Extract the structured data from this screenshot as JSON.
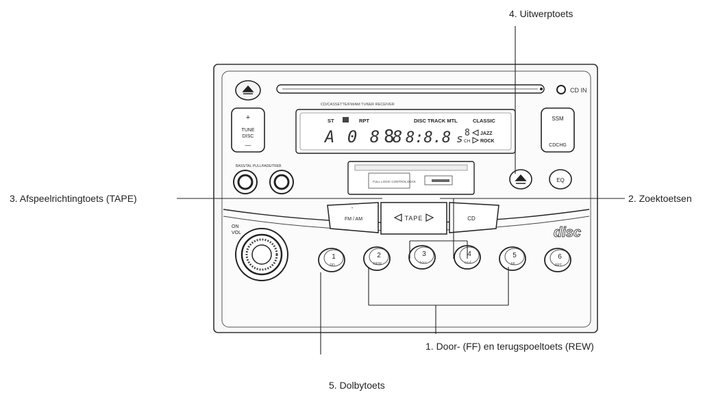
{
  "callouts": {
    "eject": "4. Uitwerptoets",
    "playdir": "3. Afspeelrichtingtoets  (TAPE)",
    "search": "2. Zoektoetsen",
    "ffrew": "1. Door- (FF) en terugspoeltoets  (REW)",
    "dolby": "5. Dolbytoets"
  },
  "radio": {
    "model_label": "CD/CASSETTE/FM/AM TUNER RECEIVER",
    "cd_in": "CD   IN",
    "tune_plus": "+",
    "tune_line1": "TUNE",
    "tune_line2": "DISC",
    "tune_minus": "—",
    "bass_label": "BASS/TAL  PULL/FADE/TREB",
    "ssm": "SSM",
    "cdchg": "CDCHG",
    "eq": "EQ",
    "display": {
      "st": "ST",
      "dolby_ind": "DD",
      "rpt": "RPT",
      "disc_track": "DISC TRACK MTL",
      "classic": "CLASSIC",
      "jazz": "JAZZ",
      "rock": "ROCK",
      "ch": "CH",
      "left_digits": "A 0 8 8",
      "right_digits": "8:8.8",
      "s_char": "s",
      "small8": "8"
    },
    "tape_slot_label": "FULL LOGIC CONTROL DECK",
    "fm_am": "FM / AM",
    "tape": "TAPE",
    "cd": "CD",
    "on_vol": "ON\nVOL",
    "on": "ON",
    "vol": "VOL",
    "disc_logo": "disc",
    "presets": [
      {
        "num": "1",
        "sub": "DD"
      },
      {
        "num": "2",
        "sub": "REW"
      },
      {
        "num": "3",
        "sub": "I◁◁"
      },
      {
        "num": "4",
        "sub": "▷▷I"
      },
      {
        "num": "5",
        "sub": "FF"
      },
      {
        "num": "6",
        "sub": "RPT"
      }
    ]
  }
}
